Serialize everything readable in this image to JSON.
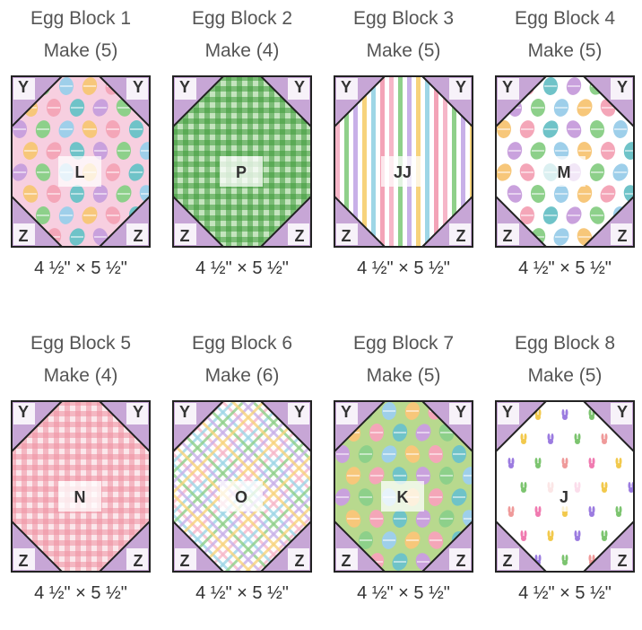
{
  "corner_color": "#c7a6d6",
  "blocks": [
    {
      "title": "Egg Block 1",
      "make": "Make (5)",
      "fabric": "L",
      "size": "4 ½\" × 5 ½\"",
      "pattern": "eggs",
      "bg": "#f7cfe0",
      "corners": [
        "Y",
        "Y",
        "Z",
        "Z"
      ]
    },
    {
      "title": "Egg Block 2",
      "make": "Make (4)",
      "fabric": "P",
      "size": "4 ½\" × 5 ½\"",
      "pattern": "gingham",
      "bg": "#7cc46f",
      "corners": [
        "Y",
        "Y",
        "Z",
        "Z"
      ]
    },
    {
      "title": "Egg Block 3",
      "make": "Make (5)",
      "fabric": "JJ",
      "size": "4 ½\" × 5 ½\"",
      "pattern": "stripes",
      "bg": "#ffffff",
      "corners": [
        "Y",
        "Y",
        "Z",
        "Z"
      ]
    },
    {
      "title": "Egg Block 4",
      "make": "Make (5)",
      "fabric": "M",
      "size": "4 ½\" × 5 ½\"",
      "pattern": "eggs",
      "bg": "#ffffff",
      "corners": [
        "Y",
        "Y",
        "Z",
        "Z"
      ]
    },
    {
      "title": "Egg Block 5",
      "make": "Make (4)",
      "fabric": "N",
      "size": "4 ½\" × 5 ½\"",
      "pattern": "gingham",
      "bg": "#f6c4cc",
      "corners": [
        "Y",
        "Y",
        "Z",
        "Z"
      ]
    },
    {
      "title": "Egg Block 6",
      "make": "Make (6)",
      "fabric": "O",
      "size": "4 ½\" × 5 ½\"",
      "pattern": "plaid",
      "bg": "#ffffff",
      "corners": [
        "Y",
        "Y",
        "Z",
        "Z"
      ]
    },
    {
      "title": "Egg Block 7",
      "make": "Make (5)",
      "fabric": "K",
      "size": "4 ½\" × 5 ½\"",
      "pattern": "eggs",
      "bg": "#b8d98e",
      "corners": [
        "Y",
        "Y",
        "Z",
        "Z"
      ]
    },
    {
      "title": "Egg Block 8",
      "make": "Make (5)",
      "fabric": "J",
      "size": "4 ½\" × 5 ½\"",
      "pattern": "bunnies",
      "bg": "#ffffff",
      "corners": [
        "Y",
        "Y",
        "Z",
        "Z"
      ]
    }
  ]
}
